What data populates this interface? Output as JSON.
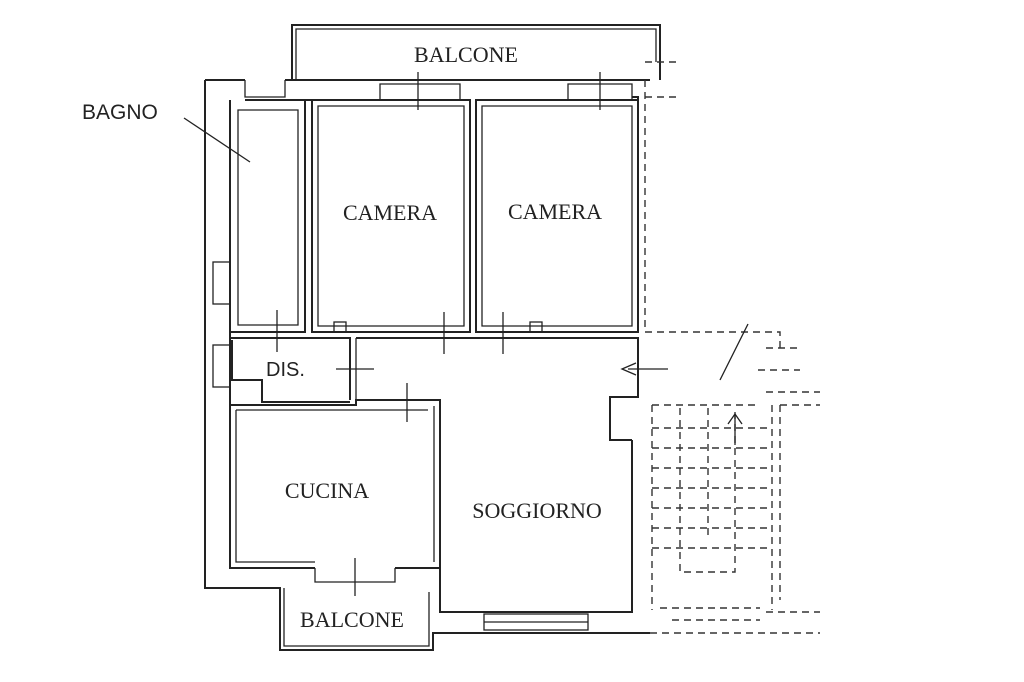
{
  "floor_plan": {
    "labels": {
      "balcone_top": "BALCONE",
      "bagno": "BAGNO",
      "camera_left": "CAMERA",
      "camera_right": "CAMERA",
      "dis": "DIS.",
      "cucina": "CUCINA",
      "soggiorno": "SOGGIORNO",
      "balcone_bottom": "BALCONE"
    },
    "colors": {
      "line": "#222222",
      "background": "#ffffff"
    }
  }
}
